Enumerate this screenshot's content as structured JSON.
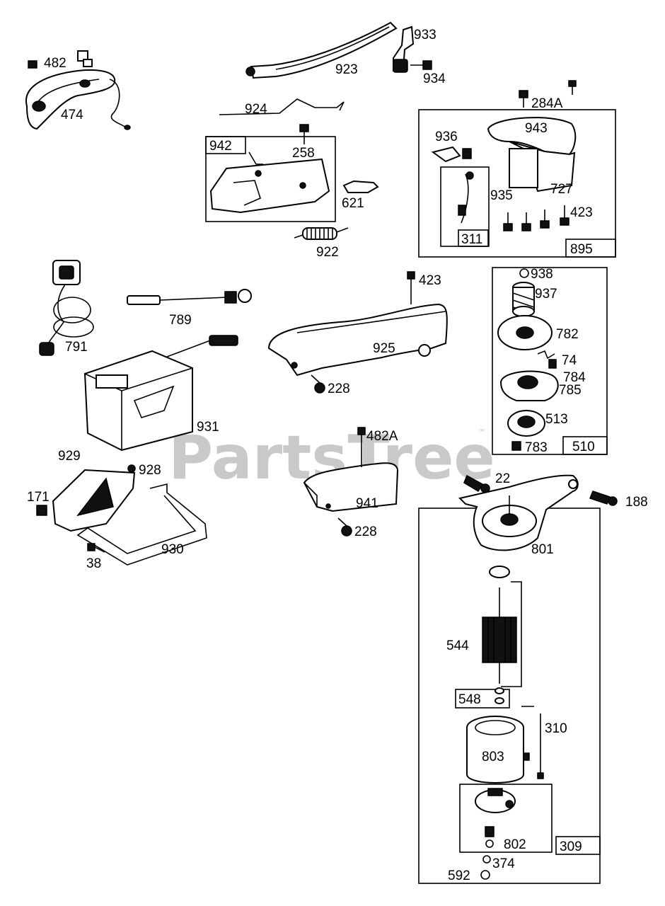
{
  "watermark": {
    "text": "PartsTree",
    "trademark": "™"
  },
  "labels": {
    "p482": "482",
    "p474": "474",
    "p923": "923",
    "p933": "933",
    "p934": "934",
    "p924": "924",
    "p942": "942",
    "p258": "258",
    "p621": "621",
    "p922": "922",
    "p284A": "284A",
    "p936": "936",
    "p943": "943",
    "p935": "935",
    "p727": "727",
    "p423a": "423",
    "p311": "311",
    "p895": "895",
    "p791": "791",
    "p789": "789",
    "p423b": "423",
    "p925": "925",
    "p228a": "228",
    "p938": "938",
    "p937": "937",
    "p782": "782",
    "p74": "74",
    "p784": "784",
    "p785": "785",
    "p513": "513",
    "p783": "783",
    "p510": "510",
    "p931": "931",
    "p482A": "482A",
    "p941": "941",
    "p228b": "228",
    "p929": "929",
    "p928": "928",
    "p171": "171",
    "p38": "38",
    "p930": "930",
    "p22": "22",
    "p188": "188",
    "p801": "801",
    "p544": "544",
    "p548": "548",
    "p310": "310",
    "p803": "803",
    "p802": "802",
    "p309": "309",
    "p374": "374",
    "p592": "592"
  }
}
